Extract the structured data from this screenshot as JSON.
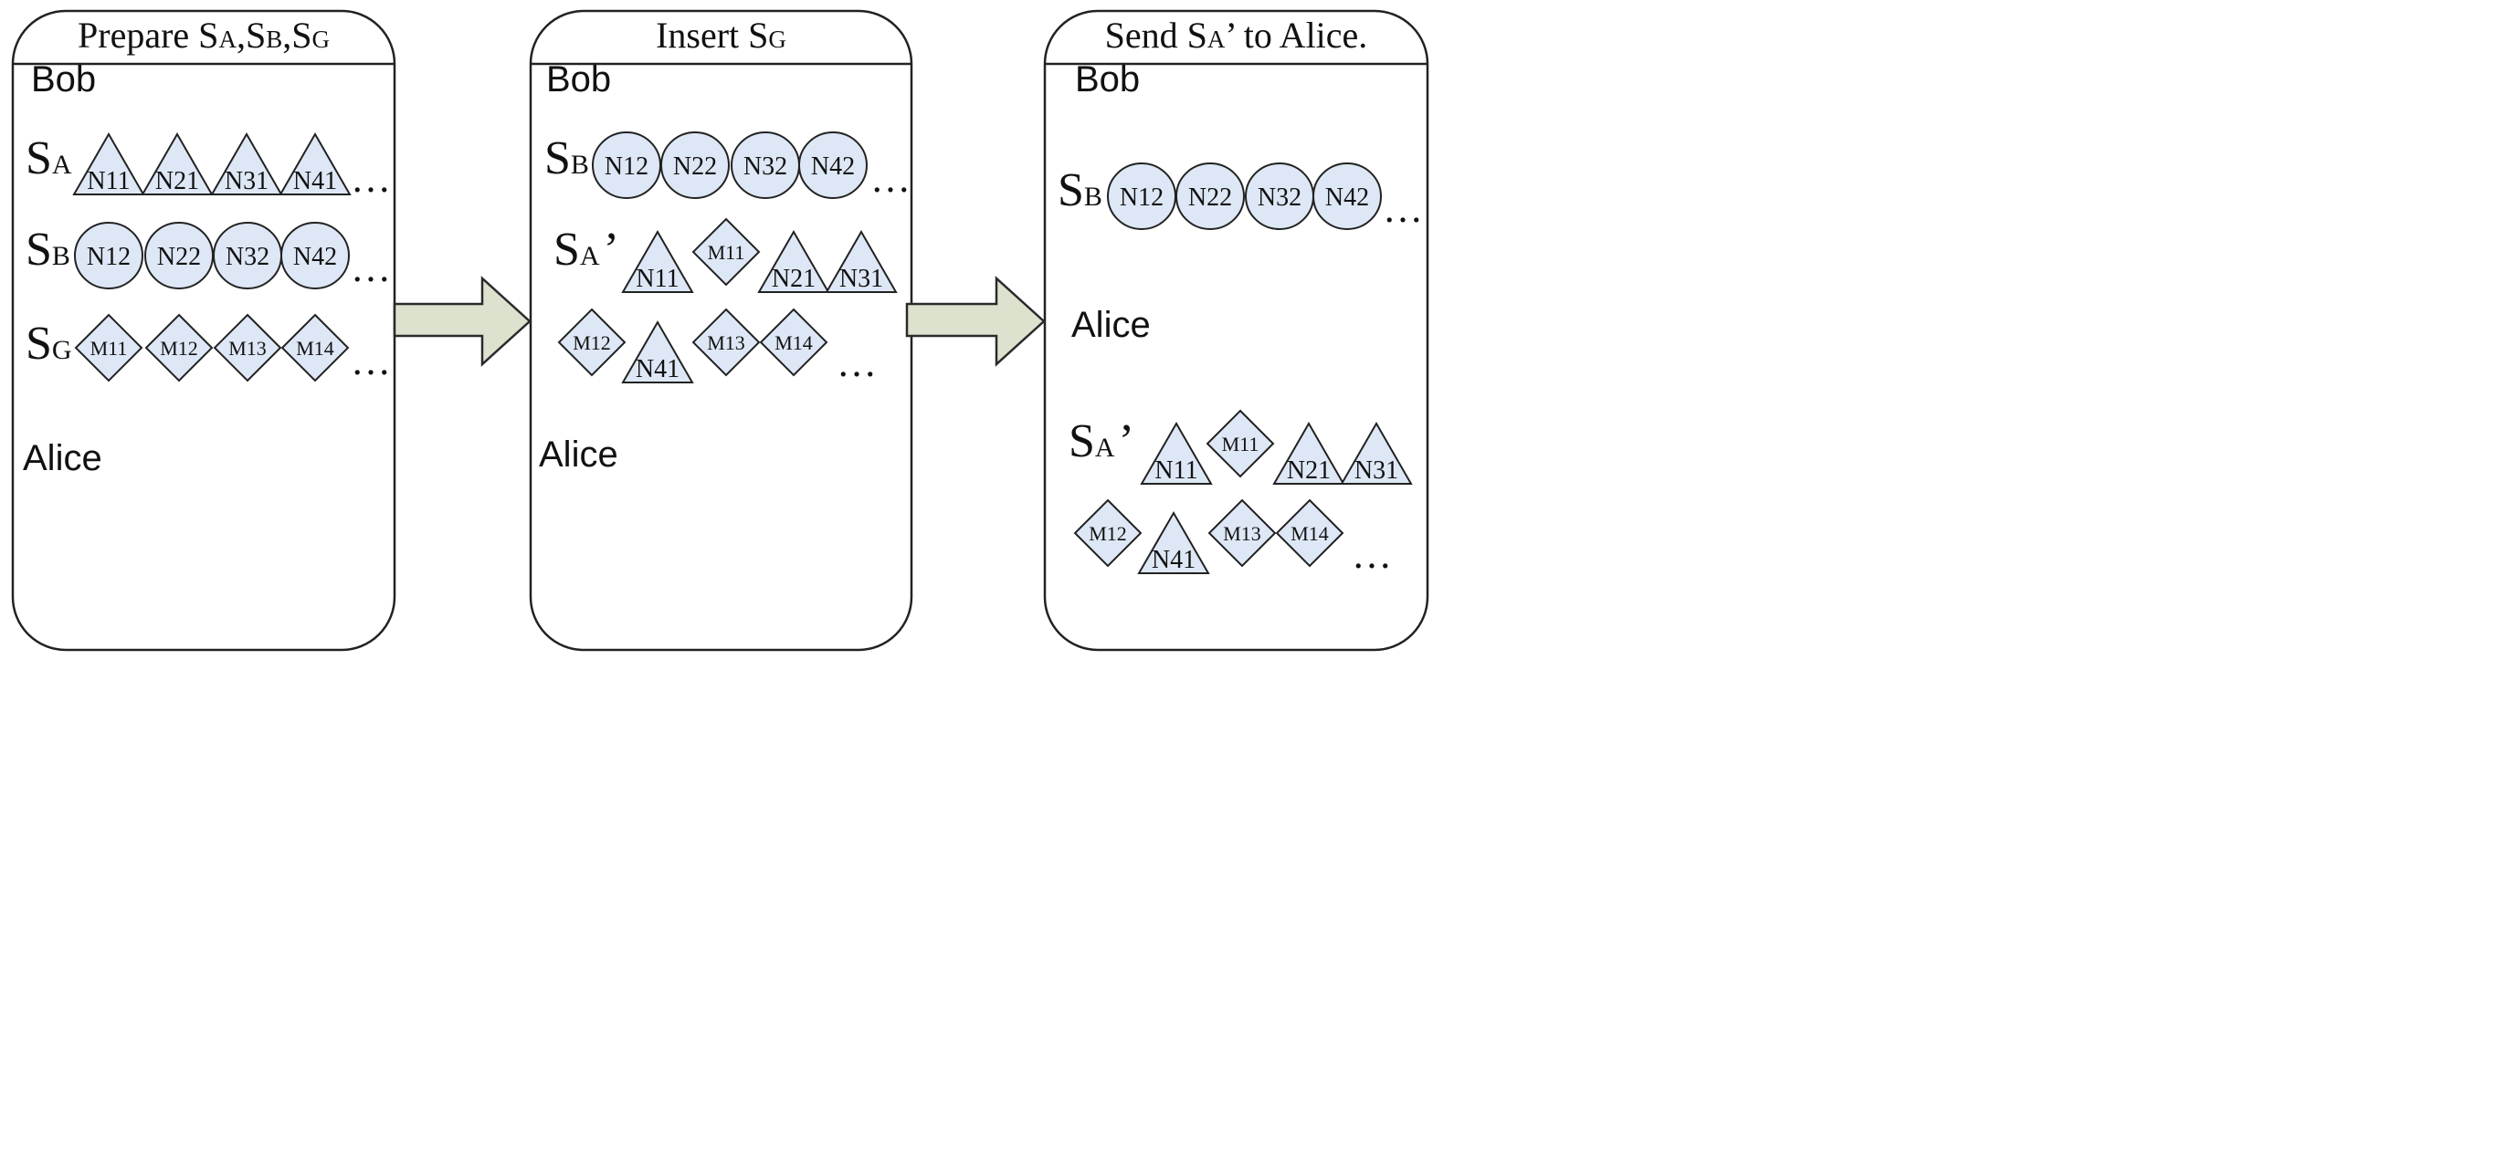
{
  "colors": {
    "shape_fill": "#dde7f5",
    "stroke": "#222222",
    "arrow_fill": "#dde2cf",
    "arrow_stroke": "#2a2a2a",
    "panel_header": "#ffffff"
  },
  "diagram": {
    "panels": [
      {
        "title": {
          "parts": [
            {
              "text": "Prepare S",
              "small": false
            },
            {
              "text": "A",
              "small": true
            },
            {
              "text": ",S",
              "small": false
            },
            {
              "text": "B",
              "small": true
            },
            {
              "text": ",S",
              "small": false
            },
            {
              "text": "G",
              "small": true
            }
          ]
        },
        "bob_label": "Bob",
        "alice_label": "Alice",
        "rows": [
          {
            "label": "S",
            "sub": "A",
            "suffix": "",
            "items": [
              {
                "shape": "triangle",
                "label": "N11"
              },
              {
                "shape": "triangle",
                "label": "N21"
              },
              {
                "shape": "triangle",
                "label": "N31"
              },
              {
                "shape": "triangle",
                "label": "N41"
              }
            ],
            "ellipsis": "…"
          },
          {
            "label": "S",
            "sub": "B",
            "suffix": "",
            "items": [
              {
                "shape": "circle",
                "label": "N12"
              },
              {
                "shape": "circle",
                "label": "N22"
              },
              {
                "shape": "circle",
                "label": "N32"
              },
              {
                "shape": "circle",
                "label": "N42"
              }
            ],
            "ellipsis": "…"
          },
          {
            "label": "S",
            "sub": "G",
            "suffix": "",
            "items": [
              {
                "shape": "diamond",
                "label": "M11"
              },
              {
                "shape": "diamond",
                "label": "M12"
              },
              {
                "shape": "diamond",
                "label": "M13"
              },
              {
                "shape": "diamond",
                "label": "M14"
              }
            ],
            "ellipsis": "…"
          }
        ]
      },
      {
        "title": {
          "parts": [
            {
              "text": "Insert S",
              "small": false
            },
            {
              "text": "G",
              "small": true
            }
          ]
        },
        "bob_label": "Bob",
        "alice_label": "Alice",
        "rows": [
          {
            "label": "S",
            "sub": "B",
            "suffix": "",
            "items": [
              {
                "shape": "circle",
                "label": "N12"
              },
              {
                "shape": "circle",
                "label": "N22"
              },
              {
                "shape": "circle",
                "label": "N32"
              },
              {
                "shape": "circle",
                "label": "N42"
              }
            ],
            "ellipsis": "…"
          },
          {
            "label": "S",
            "sub": "A",
            "suffix": "’",
            "items": [
              {
                "shape": "triangle",
                "label": "N11"
              },
              {
                "shape": "diamond",
                "label": "M11"
              },
              {
                "shape": "triangle",
                "label": "N21"
              },
              {
                "shape": "triangle",
                "label": "N31"
              }
            ],
            "ellipsis": ""
          },
          {
            "label": "",
            "sub": "",
            "suffix": "",
            "items": [
              {
                "shape": "diamond",
                "label": "M12"
              },
              {
                "shape": "triangle",
                "label": "N41"
              },
              {
                "shape": "diamond",
                "label": "M13"
              },
              {
                "shape": "diamond",
                "label": "M14"
              }
            ],
            "ellipsis": "…"
          }
        ]
      },
      {
        "title": {
          "parts": [
            {
              "text": "Send S",
              "small": false
            },
            {
              "text": "A",
              "small": true
            },
            {
              "text": "’ to Alice.",
              "small": false
            }
          ]
        },
        "bob_label": "Bob",
        "alice_label": "Alice",
        "rows": [
          {
            "label": "S",
            "sub": "B",
            "suffix": "",
            "items": [
              {
                "shape": "circle",
                "label": "N12"
              },
              {
                "shape": "circle",
                "label": "N22"
              },
              {
                "shape": "circle",
                "label": "N32"
              },
              {
                "shape": "circle",
                "label": "N42"
              }
            ],
            "ellipsis": "…"
          },
          {
            "label": "S",
            "sub": "A",
            "suffix": "’",
            "items": [
              {
                "shape": "triangle",
                "label": "N11"
              },
              {
                "shape": "diamond",
                "label": "M11"
              },
              {
                "shape": "triangle",
                "label": "N21"
              },
              {
                "shape": "triangle",
                "label": "N31"
              }
            ],
            "ellipsis": ""
          },
          {
            "label": "",
            "sub": "",
            "suffix": "",
            "items": [
              {
                "shape": "diamond",
                "label": "M12"
              },
              {
                "shape": "triangle",
                "label": "N41"
              },
              {
                "shape": "diamond",
                "label": "M13"
              },
              {
                "shape": "diamond",
                "label": "M14"
              }
            ],
            "ellipsis": "…"
          }
        ]
      }
    ]
  }
}
